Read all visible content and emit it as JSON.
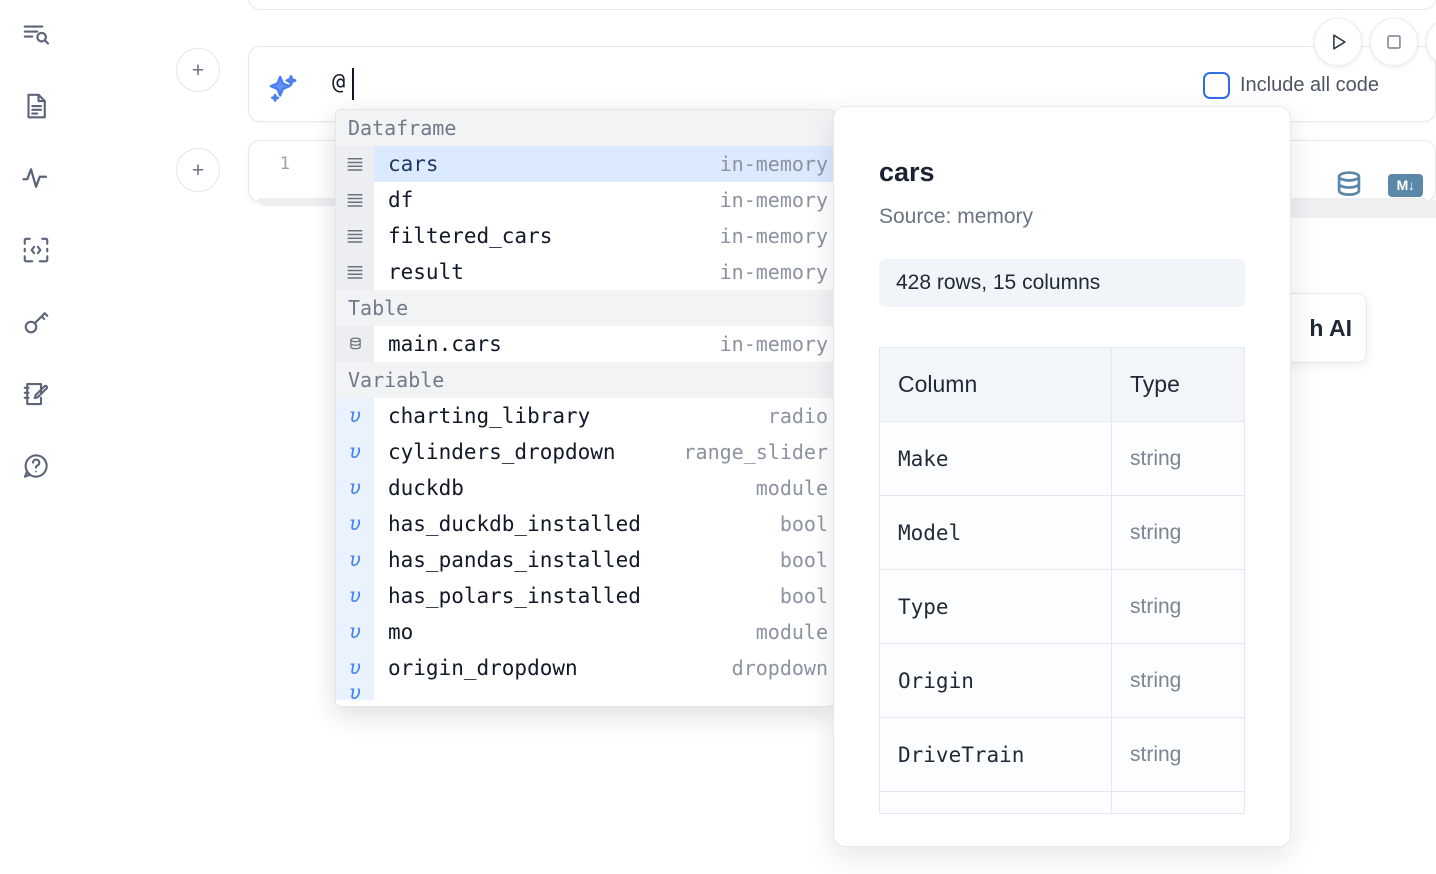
{
  "app": {
    "rail": [
      {
        "name": "search-files-icon",
        "label": "Search"
      },
      {
        "name": "document-icon",
        "label": "Notebook"
      },
      {
        "name": "activity-icon",
        "label": "Activity"
      },
      {
        "name": "code-snippet-icon",
        "label": "Snippets"
      },
      {
        "name": "key-icon",
        "label": "Secrets"
      },
      {
        "name": "scratchpad-icon",
        "label": "Scratchpad"
      },
      {
        "name": "help-chat-icon",
        "label": "Help"
      }
    ],
    "add_cell_label": "+"
  },
  "ai_bar": {
    "icon": "sparkle-icon",
    "input_value": "@",
    "placeholder": "",
    "include_all_code_label": "Include all code",
    "include_all_code_checked": false,
    "run_button": "run-icon",
    "stop_button": "stop-icon"
  },
  "code_cell": {
    "line_number": "1",
    "database_icon": "database-icon",
    "markdown_badge": "M↓"
  },
  "floating_chip": {
    "label": "h AI"
  },
  "autocomplete": {
    "groups": [
      {
        "label": "Dataframe",
        "icon": "dataframe-icon",
        "kind": "df",
        "items": [
          {
            "name": "cars",
            "type": "in-memory",
            "selected": true
          },
          {
            "name": "df",
            "type": "in-memory",
            "selected": false
          },
          {
            "name": "filtered_cars",
            "type": "in-memory",
            "selected": false
          },
          {
            "name": "result",
            "type": "in-memory",
            "selected": false
          }
        ]
      },
      {
        "label": "Table",
        "icon": "table-icon",
        "kind": "tbl",
        "items": [
          {
            "name": "main.cars",
            "type": "in-memory",
            "selected": false
          }
        ]
      },
      {
        "label": "Variable",
        "icon": "variable-icon",
        "kind": "var",
        "items": [
          {
            "name": "charting_library",
            "type": "radio",
            "selected": false
          },
          {
            "name": "cylinders_dropdown",
            "type": "range_slider",
            "selected": false
          },
          {
            "name": "duckdb",
            "type": "module",
            "selected": false
          },
          {
            "name": "has_duckdb_installed",
            "type": "bool",
            "selected": false
          },
          {
            "name": "has_pandas_installed",
            "type": "bool",
            "selected": false
          },
          {
            "name": "has_polars_installed",
            "type": "bool",
            "selected": false
          },
          {
            "name": "mo",
            "type": "module",
            "selected": false
          },
          {
            "name": "origin_dropdown",
            "type": "dropdown",
            "selected": false
          },
          {
            "name": "",
            "type": "",
            "selected": false,
            "clipped": true
          }
        ]
      }
    ]
  },
  "info_panel": {
    "title": "cars",
    "source": "Source: memory",
    "shape": "428 rows, 15 columns",
    "headers": [
      "Column",
      "Type"
    ],
    "rows": [
      [
        "Make",
        "string"
      ],
      [
        "Model",
        "string"
      ],
      [
        "Type",
        "string"
      ],
      [
        "Origin",
        "string"
      ],
      [
        "DriveTrain",
        "string"
      ]
    ]
  },
  "colors": {
    "accent_blue": "#4a7ff0",
    "selection_blue": "#dbeafe",
    "group_header_bg": "#f1f3f5",
    "steel_blue": "#5b87a8",
    "checkbox_border": "#2f6fe4"
  }
}
